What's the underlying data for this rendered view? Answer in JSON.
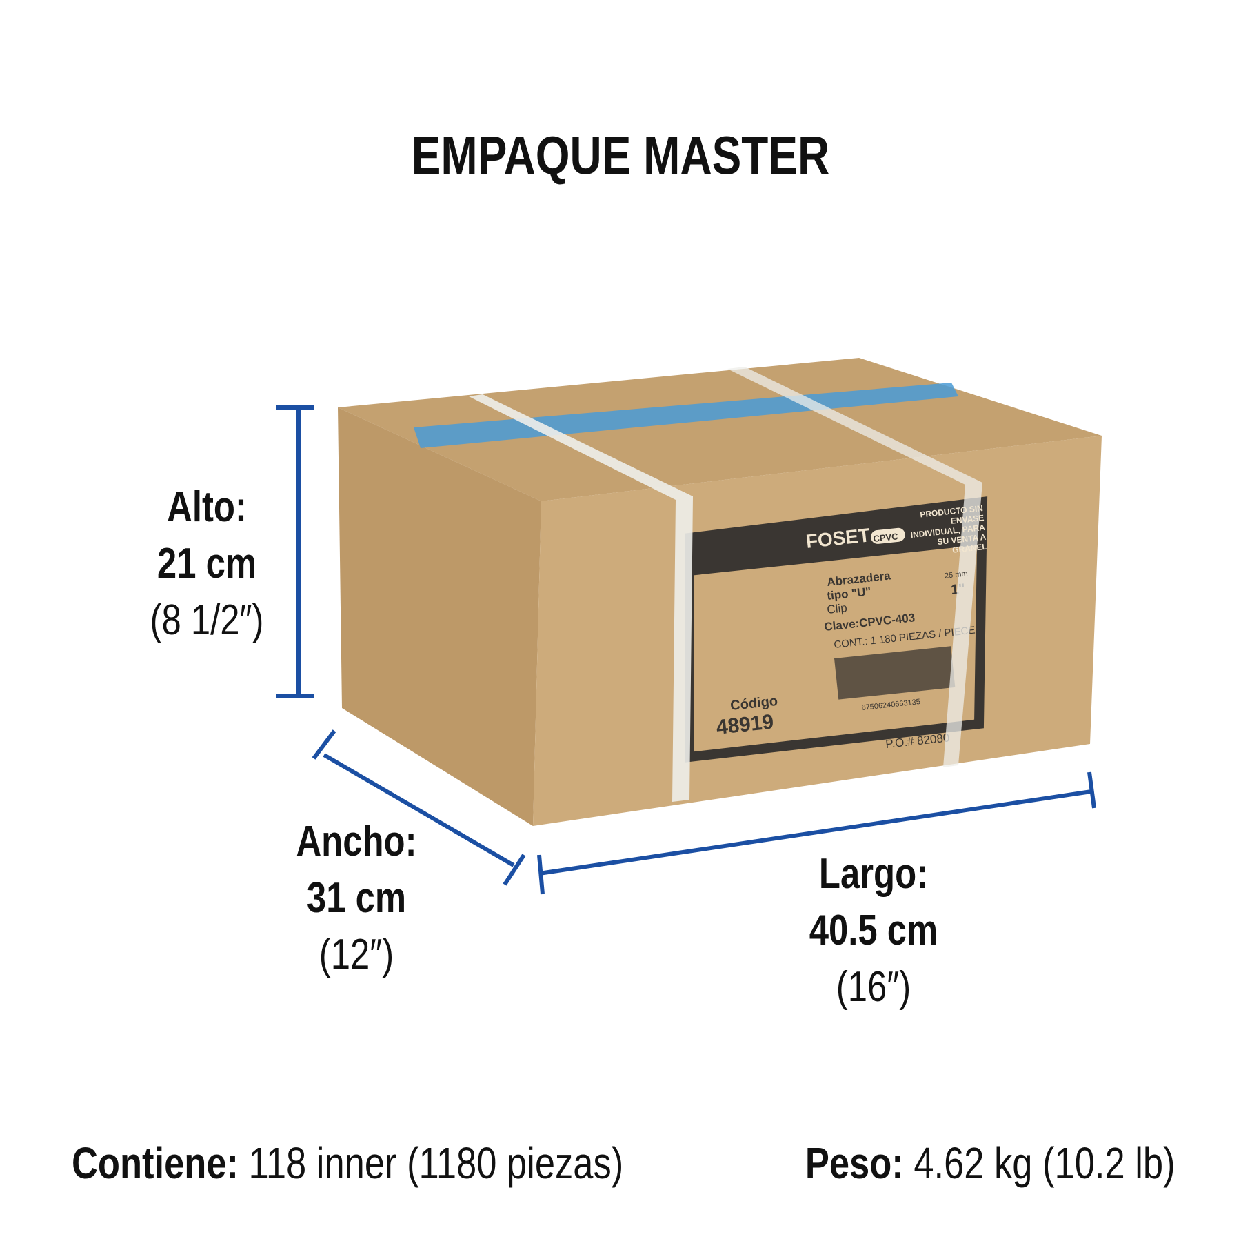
{
  "title": "EMPAQUE MASTER",
  "dimensions": {
    "alto": {
      "label": "Alto:",
      "metric": "21 cm",
      "imperial": "(8 1/2″)"
    },
    "ancho": {
      "label": "Ancho:",
      "metric": "31 cm",
      "imperial": "(12″)"
    },
    "largo": {
      "label": "Largo:",
      "metric": "40.5 cm",
      "imperial": "(16″)"
    }
  },
  "footer": {
    "contiene_label": "Contiene:",
    "contiene_value": "118 inner (1180 piezas)",
    "peso_label": "Peso:",
    "peso_value": "4.62 kg (10.2 lb)"
  },
  "box_label": {
    "brand": "FOSET",
    "badge": "CPVC",
    "notice": "PRODUCTO SIN ENVASE INDIVIDUAL, PARA SU VENTA A GRANEL",
    "product": "Abrazadera",
    "product2": "tipo \"U\"",
    "product_en": "Clip",
    "size": "25 mm",
    "size_in": "1\"",
    "clave": "Clave:CPVC-403",
    "cont": "CONT.: 1 180 PIEZAS / PIECES",
    "codigo_label": "Código",
    "codigo": "48919",
    "barcode": "67506240663135",
    "po": "P.O.#  82080"
  },
  "colors": {
    "dimension_line": "#1b4fa3",
    "cardboard": "#c9a878",
    "label_ink": "#3a3632",
    "tape": "#4a9bd6"
  }
}
